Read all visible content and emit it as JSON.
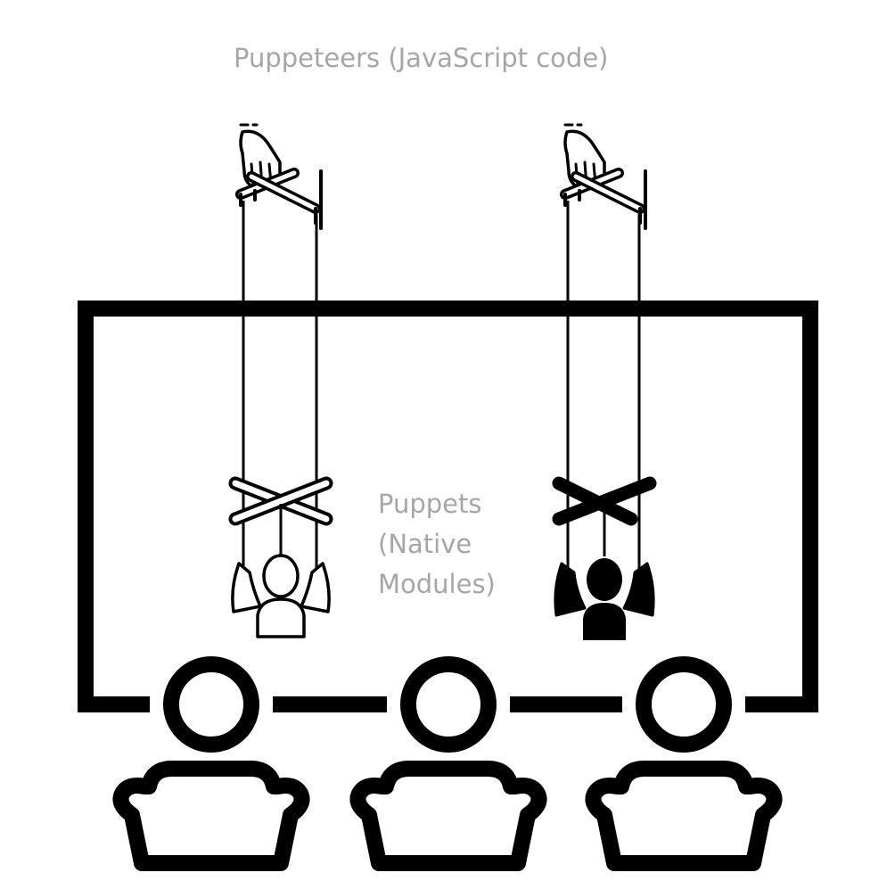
{
  "labels": {
    "puppeteers": "Puppeteers (JavaScript code)",
    "puppets_line1": "Puppets",
    "puppets_line2": "(Native",
    "puppets_line3": "Modules)"
  },
  "colors": {
    "ink": "#000000",
    "label": "#a6a6a6",
    "background": "#ffffff"
  },
  "icons": {
    "puppeteer": "hand-holding-marionette-control-icon",
    "puppet_outline": "outlined-marionette-puppet-icon",
    "puppet_filled": "filled-marionette-puppet-icon",
    "audience": "audience-person-icon"
  }
}
